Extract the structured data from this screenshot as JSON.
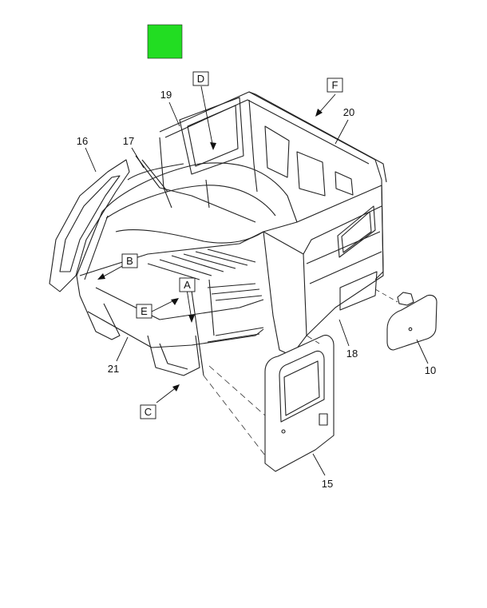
{
  "status_marker": {
    "color": "#22dd22"
  },
  "callouts": {
    "c10": "10",
    "c15": "15",
    "c16": "16",
    "c17": "17",
    "c18": "18",
    "c19": "19",
    "c20": "20",
    "c21": "21"
  },
  "view_labels": {
    "A": "A",
    "B": "B",
    "C": "C",
    "D": "D",
    "E": "E",
    "F": "F"
  }
}
